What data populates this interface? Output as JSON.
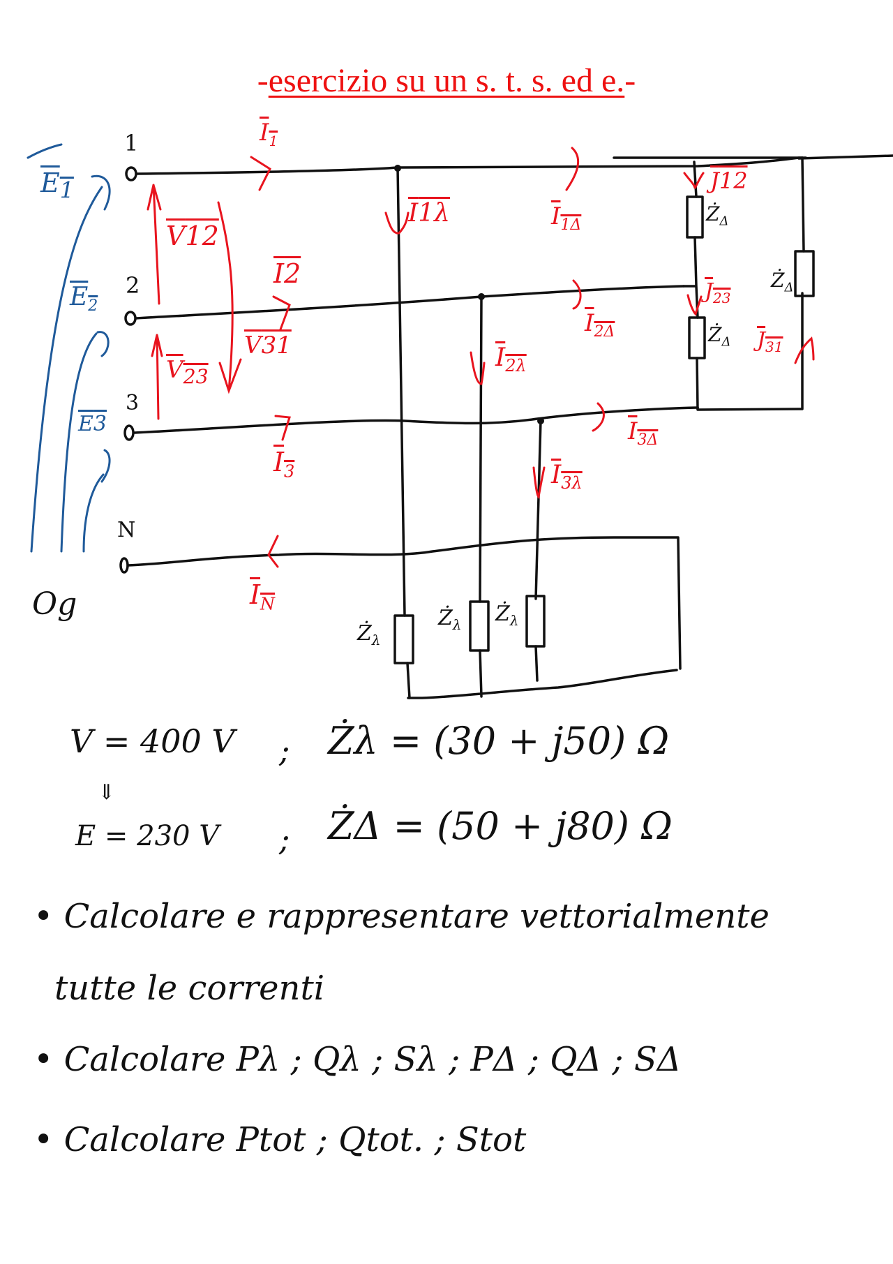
{
  "title": "-esercizio su un s. t. s. ed e.-",
  "title_parts": {
    "prefix": "-",
    "underlined": "esercizio su un s. t. s. ed e.",
    "suffix": "-"
  },
  "colors": {
    "title": "#ee1111",
    "currents": "#e8141e",
    "sources": "#1f5a9a",
    "wires": "#111111"
  },
  "circuit": {
    "terminals": [
      {
        "id": "1",
        "label": "1"
      },
      {
        "id": "2",
        "label": "2"
      },
      {
        "id": "3",
        "label": "3"
      },
      {
        "id": "N",
        "label": "N"
      }
    ],
    "origin_label": "Og",
    "sources": [
      {
        "label": "E",
        "sub": "1"
      },
      {
        "label": "E",
        "sub": "2"
      },
      {
        "label": "E",
        "sub": "3"
      }
    ],
    "line_voltages": [
      {
        "label": "V",
        "sub": "12"
      },
      {
        "label": "V",
        "sub": "23"
      },
      {
        "label": "V",
        "sub": "31"
      }
    ],
    "line_currents": [
      {
        "label": "I",
        "sub": "1"
      },
      {
        "label": "I",
        "sub": "2"
      },
      {
        "label": "I",
        "sub": "3"
      },
      {
        "label": "I",
        "sub": "N"
      }
    ],
    "star_currents": [
      {
        "label": "I",
        "sub": "1λ"
      },
      {
        "label": "I",
        "sub": "2λ"
      },
      {
        "label": "I",
        "sub": "3λ"
      }
    ],
    "delta_line_currents": [
      {
        "label": "I",
        "sub": "1Δ"
      },
      {
        "label": "I",
        "sub": "2Δ"
      },
      {
        "label": "I",
        "sub": "3Δ"
      }
    ],
    "delta_phase_currents": [
      {
        "label": "J",
        "sub": "12"
      },
      {
        "label": "J",
        "sub": "23"
      },
      {
        "label": "J",
        "sub": "31"
      }
    ],
    "star_impedance_label": {
      "label": "Ż",
      "sub": "λ"
    },
    "delta_impedance_label": {
      "label": "Ż",
      "sub": "Δ"
    }
  },
  "givens": {
    "line_voltage": "V = 400 V",
    "implies": "⇓",
    "phase_voltage": "E = 230 V",
    "sep": ";",
    "z_star": "Żλ = (30 + j50) Ω",
    "z_delta": "ŻΔ = (50 + j80) Ω"
  },
  "tasks": [
    {
      "bullet": "•",
      "text": "Calcolare e rappresentare vettorialmente",
      "text2": "tutte le correnti"
    },
    {
      "bullet": "•",
      "text": "Calcolare  Pλ ; Qλ ; Sλ ; PΔ ; QΔ ; SΔ"
    },
    {
      "bullet": "•",
      "text": "Calcolare  Ptot ; Qtot. ; Stot"
    }
  ]
}
